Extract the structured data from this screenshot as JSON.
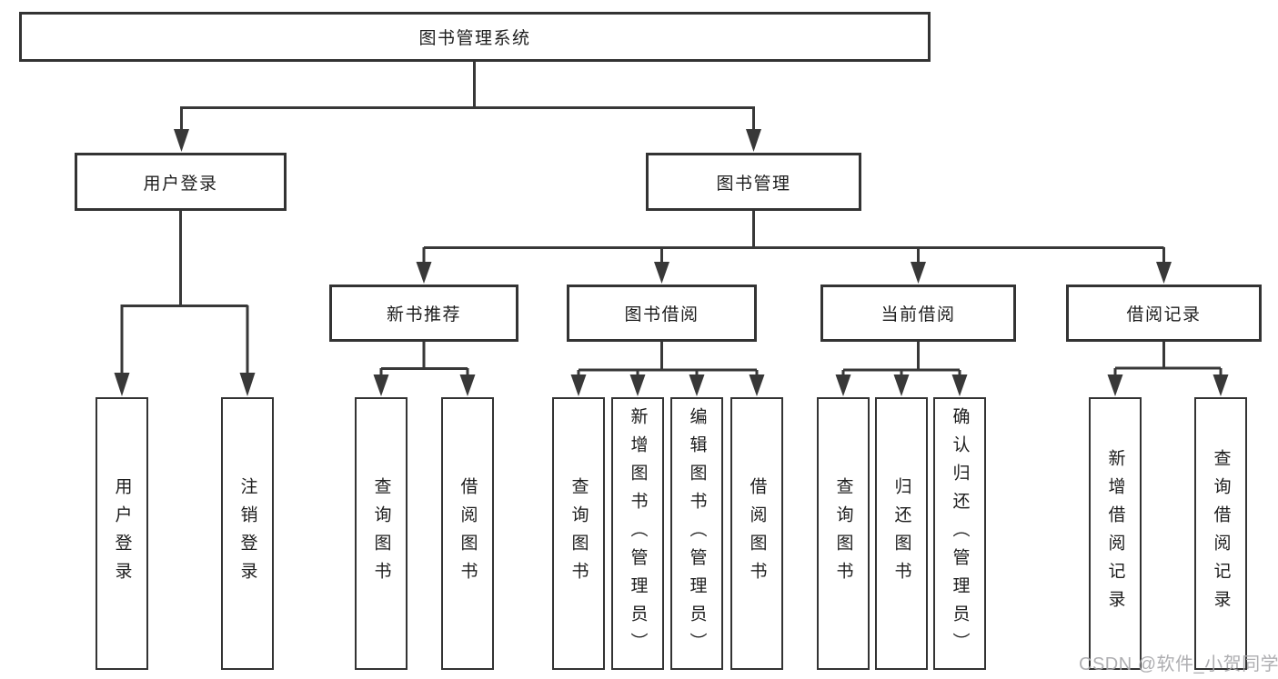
{
  "watermark": "CSDN @软件_小贺同学",
  "colors": {
    "line": "#383838",
    "box_border": "#333333",
    "text": "#1d1d1d",
    "watermark": "#a7a7aa"
  },
  "tree": {
    "label": "图书管理系统",
    "children": [
      {
        "label": "用户登录",
        "children": [
          {
            "label": "用户登录"
          },
          {
            "label": "注销登录"
          }
        ]
      },
      {
        "label": "图书管理",
        "children": [
          {
            "label": "新书推荐",
            "children": [
              {
                "label": "查询图书"
              },
              {
                "label": "借阅图书"
              }
            ]
          },
          {
            "label": "图书借阅",
            "children": [
              {
                "label": "查询图书"
              },
              {
                "label": "新增图书（管理员）"
              },
              {
                "label": "编辑图书（管理员）"
              },
              {
                "label": "借阅图书"
              }
            ]
          },
          {
            "label": "当前借阅",
            "children": [
              {
                "label": "查询图书"
              },
              {
                "label": "归还图书"
              },
              {
                "label": "确认归还（管理员）"
              }
            ]
          },
          {
            "label": "借阅记录",
            "children": [
              {
                "label": "新增借阅记录"
              },
              {
                "label": "查询借阅记录"
              }
            ]
          }
        ]
      }
    ]
  }
}
